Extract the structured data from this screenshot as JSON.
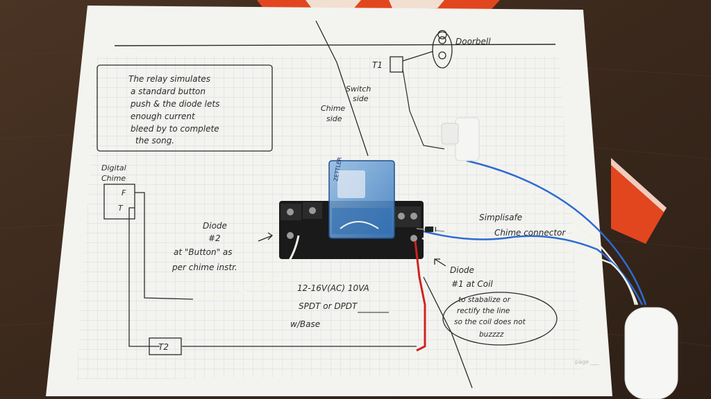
{
  "photo": {
    "background_color": "#3b2a1f",
    "paper_color": "#f3f3f0",
    "grid_color": "#c9cfd6",
    "ink_color": "#2a2a2a",
    "accent_orange": "#e2461e",
    "relay_blue": "#2f6fb3",
    "wire_blue": "#2e6bd0",
    "wire_red": "#d0231d"
  },
  "notes": {
    "box_lines": [
      "The relay simulates",
      "a standard button",
      "push & the diode lets",
      "enough current",
      "bleed by to complete",
      "the song."
    ],
    "doorbell": "Doorbell",
    "t1": "T1",
    "switch_side": [
      "Switch",
      "side"
    ],
    "chime_side": [
      "Chime",
      "side"
    ],
    "digital_chime": [
      "Digital",
      "Chime"
    ],
    "f_label": "F",
    "t_label": "T",
    "diode2": [
      "Diode",
      "#2",
      "at \"Button\" as",
      "per chime instr."
    ],
    "relay_spec": [
      "12-16V(AC) 10VA",
      "SPDT or DPDT",
      "w/Base"
    ],
    "simplisafe": [
      "Simplisafe",
      "Chime connector"
    ],
    "diode1": [
      "Diode",
      "#1 at Coil"
    ],
    "coil_note": [
      "to stabalize or",
      "rectify the line",
      "so the coil does not",
      "buzzzz"
    ],
    "t2": "T2",
    "relay_brand": "ZETTLER",
    "paper_footer": "page ___"
  }
}
